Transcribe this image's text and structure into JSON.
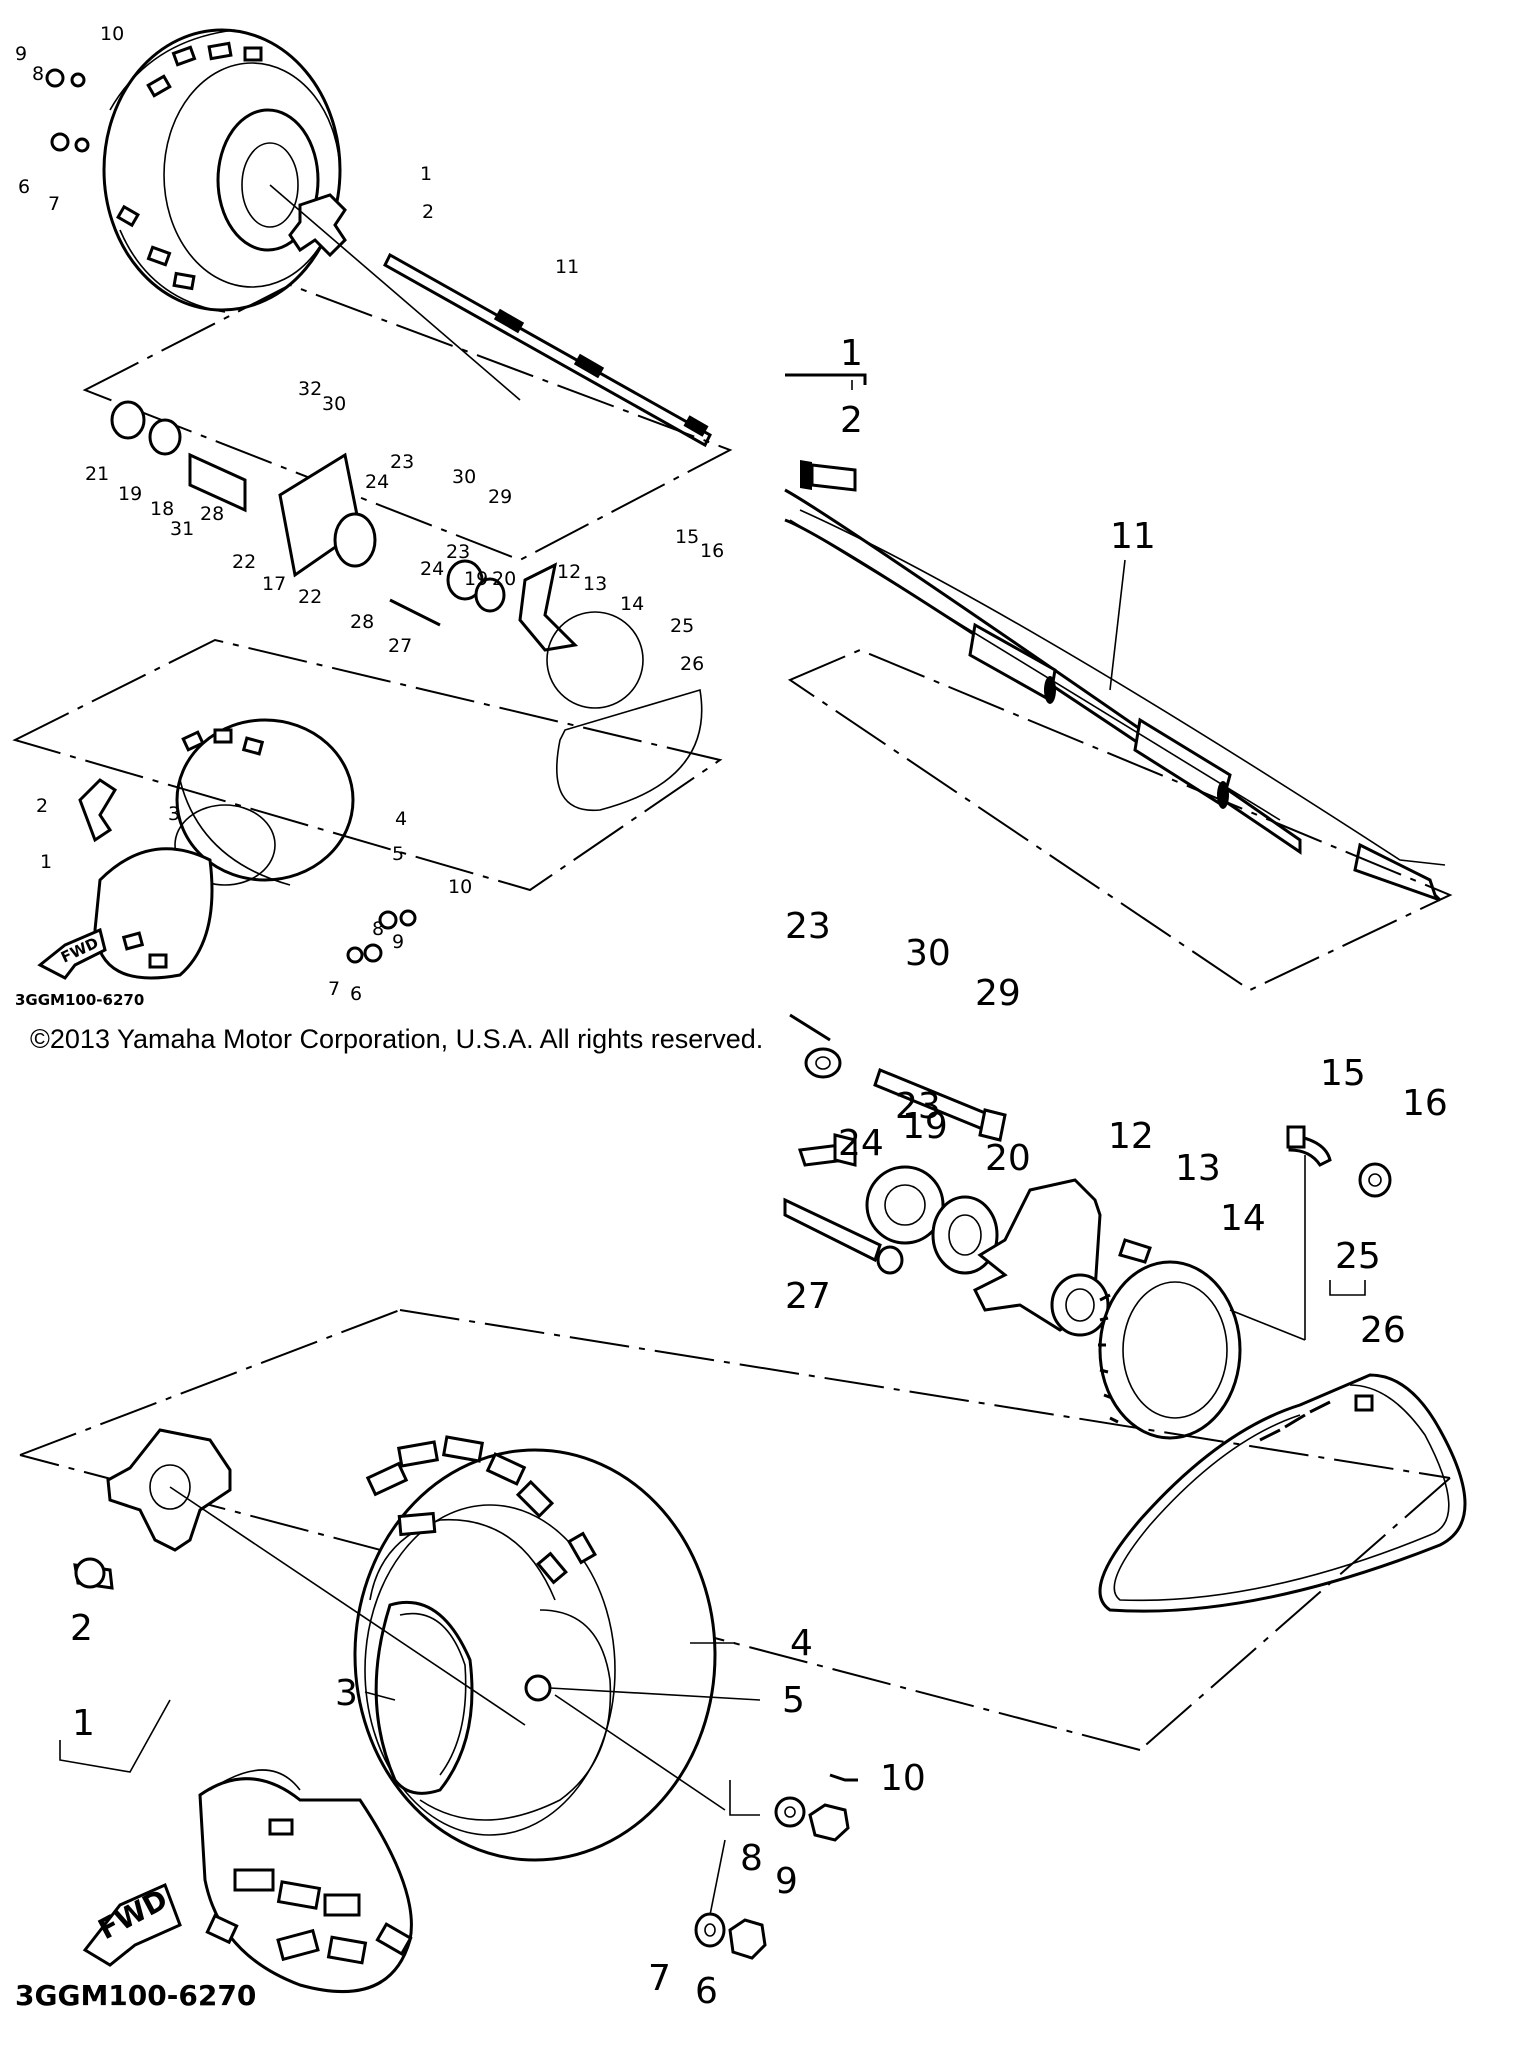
{
  "copyright": "©2013 Yamaha Motor Corporation, U.S.A. All rights reserved.",
  "diagram_code": "3GGM100-6270",
  "fwd_label": "FWD",
  "labels": {
    "n1": "1",
    "n2": "2",
    "n3": "3",
    "n4": "4",
    "n5": "5",
    "n6": "6",
    "n7": "7",
    "n8": "8",
    "n9": "9",
    "n10": "10",
    "n11": "11",
    "n12": "12",
    "n13": "13",
    "n14": "14",
    "n15": "15",
    "n16": "16",
    "n17": "17",
    "n18": "18",
    "n19": "19",
    "n20": "20",
    "n21": "21",
    "n22": "22",
    "n23": "23",
    "n24": "24",
    "n25": "25",
    "n26": "26",
    "n27": "27",
    "n28": "28",
    "n29": "29",
    "n30": "30",
    "n31": "31",
    "n32": "32"
  }
}
